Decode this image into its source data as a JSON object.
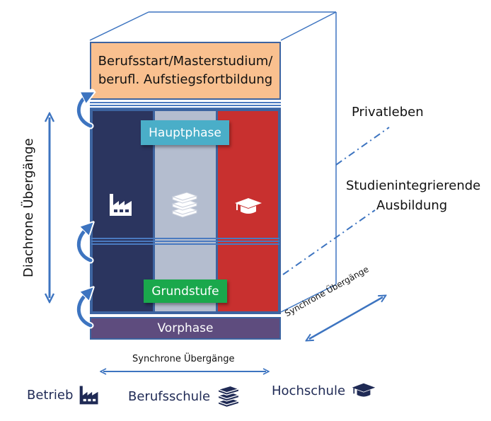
{
  "top_box": {
    "line1": "Berufsstart/Masterstudium/",
    "line2": "berufl. Aufstiegsfortbildung",
    "color": "#f9c08f"
  },
  "columns": [
    {
      "name": "Betrieb",
      "color": "#2b355f",
      "icon": "factory-icon"
    },
    {
      "name": "Berufsschule",
      "color": "#b4bdcf",
      "icon": "books-icon"
    },
    {
      "name": "Hochschule",
      "color": "#c8302f",
      "icon": "graduation-cap-icon"
    }
  ],
  "phases": {
    "hauptphase": {
      "label": "Hauptphase",
      "color": "#4aaec8"
    },
    "grundstufe": {
      "label": "Grundstufe",
      "color": "#1aa84c"
    },
    "vorphase": {
      "label": "Vorphase",
      "color": "#5e4c7e"
    }
  },
  "side_labels": {
    "privatleben": "Privatleben",
    "studienintegrierende_line1": "Studienintegrierende",
    "studienintegrierende_line2": "Ausbildung",
    "synchrone_diagonal": "Synchrone Übergänge",
    "diachrone": "Diachrone Übergänge",
    "synchrone_bottom": "Synchrone Übergänge"
  },
  "legend": [
    {
      "label": "Betrieb",
      "icon": "factory-icon"
    },
    {
      "label": "Berufsschule",
      "icon": "books-icon"
    },
    {
      "label": "Hochschule",
      "icon": "graduation-cap-icon"
    }
  ],
  "colors": {
    "line": "#3d74c0",
    "frame": "#3d64a0",
    "legend_text": "#1f2a55"
  }
}
